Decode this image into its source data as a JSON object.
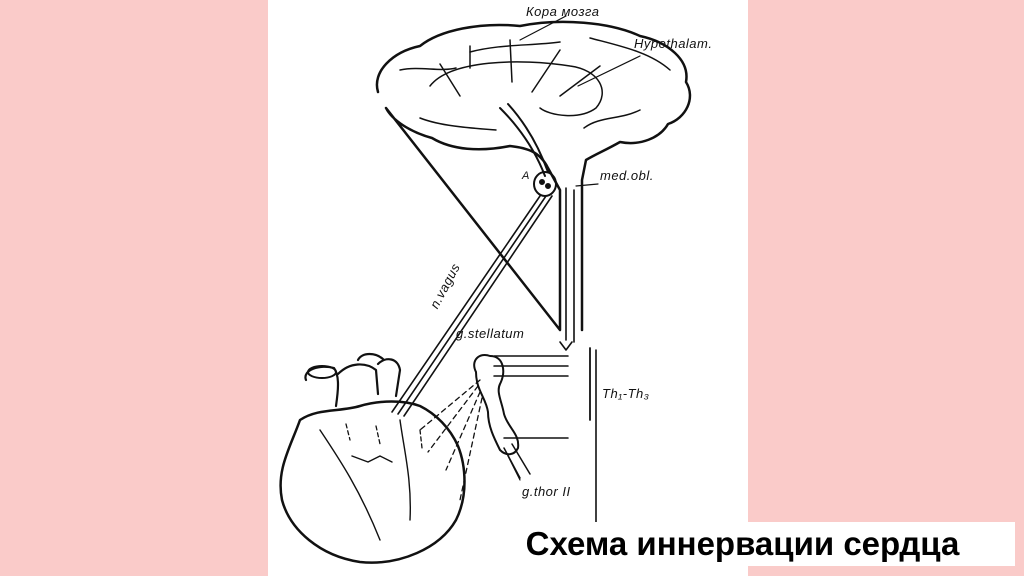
{
  "colors": {
    "background": "#FACBC9",
    "panel": "#FFFFFF",
    "ink": "#111111"
  },
  "labels": {
    "cortex": "Кора мозга",
    "hypothalamus": "Hypothalam.",
    "nucleus": "A",
    "medulla": "med.obl.",
    "vagus": "n.vagus",
    "stellate": "g.stellatum",
    "thoracic_segments": "Th₁-Th₃",
    "thoracic_ganglion": "g.thor II"
  },
  "caption": "Схема иннервации сердца"
}
